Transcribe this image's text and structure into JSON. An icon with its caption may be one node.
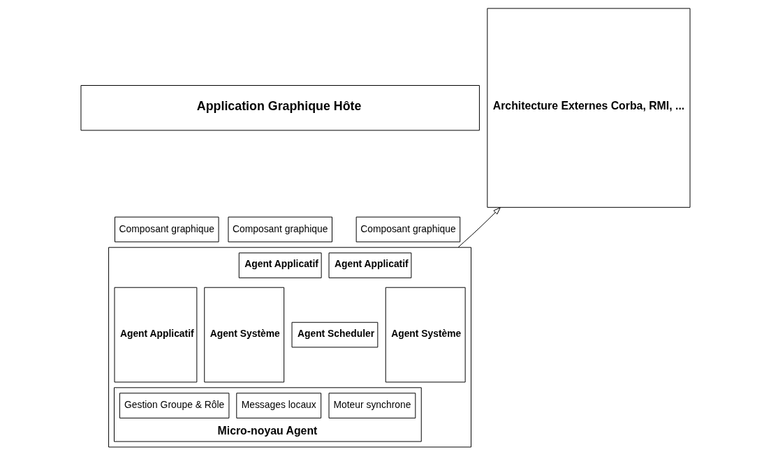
{
  "diagram": {
    "nodes": [
      {
        "text": [
          "Application Graphique Hôte"
        ]
      },
      {
        "text": [
          "Architecture Externes Corba, RMI, ..."
        ]
      },
      {
        "text": [],
        "shape": "box"
      },
      {
        "text": [
          "Composant graphique"
        ]
      },
      {
        "text": [
          "Agent Applicatif"
        ],
        "in": 2
      },
      {
        "text": [
          "Agent Applicatif"
        ],
        "in": 2
      },
      {
        "text": [
          "Composant graphique"
        ]
      },
      {
        "text": [
          "Agent Applicatif"
        ],
        "in": 2
      },
      {
        "text": [
          "Composant graphique"
        ]
      },
      {
        "text": [
          "Agent Système"
        ],
        "in": 2
      },
      {
        "text": [
          "Agent Système"
        ],
        "in": 2
      },
      {
        "text": [
          "Agent Scheduler"
        ],
        "in": 2
      },
      {
        "text": [
          "Micro-noyau Agent"
        ],
        "in": 2
      },
      {
        "text": [
          "Gestion Groupe & Rôle"
        ],
        "in": 12
      },
      {
        "text": [
          "Moteur synchrone"
        ],
        "in": 12
      },
      {
        "text": [
          "Messages locaux"
        ],
        "in": 12
      }
    ],
    "edges": [
      {
        "from": 2,
        "to": 1,
        "arrow": "to"
      }
    ]
  }
}
